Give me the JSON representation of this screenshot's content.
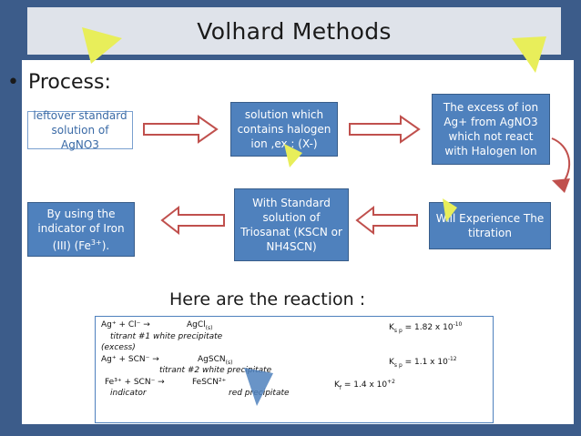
{
  "slide": {
    "title": "Volhard Methods",
    "bullet_char": "•",
    "process_label": "Process:",
    "subheading": "Here are the reaction :"
  },
  "boxes": {
    "b1": "leftover standard solution of AgNO3",
    "b2": "solution which contains halogen ion ,ex : (X-)",
    "b3": "The excess of ion Ag+ from AgNO3 which not react with Halogen Ion",
    "b4": "Will Experience The titration",
    "b5": "With Standard solution of Triosanat (KSCN or NH4SCN)",
    "b6_main": "By using the indicator of Iron (III) (Fe",
    "b6_sup": "3+",
    "b6_end": ")."
  },
  "reactions": {
    "l1_a": "Ag⁺  +   Cl⁻  →",
    "l1_b": "AgCl",
    "l1_b_sub": "(s)",
    "l1_k": "K",
    "l1_k_sub": "s p",
    "l1_k_val": " = 1.82 x 10",
    "l1_k_exp": "-10",
    "l2": "titrant #1    white precipitate",
    "l3": "(excess)",
    "l4_a": "Ag⁺ + SCN⁻  →",
    "l4_b": "AgSCN",
    "l4_b_sub": "(s)",
    "l4_k": "K",
    "l4_k_sub": "s p",
    "l4_k_val": " = 1.1 x 10",
    "l4_k_exp": "-12",
    "l5": "titrant #2       white precipitate",
    "l6_a": "Fe³⁺ + SCN⁻  →",
    "l6_b": "FeSCN²⁺",
    "l6_k": "K",
    "l6_k_sub": "f",
    "l6_k_val": " = 1.4 x 10",
    "l6_k_exp": "+2",
    "l7_a": "indicator",
    "l7_b": "red precipitate"
  },
  "colors": {
    "band": "#3c5c8a",
    "box": "#4f81bd",
    "arrow_red": "#c0504d",
    "triangle": "#e8ee5a"
  }
}
